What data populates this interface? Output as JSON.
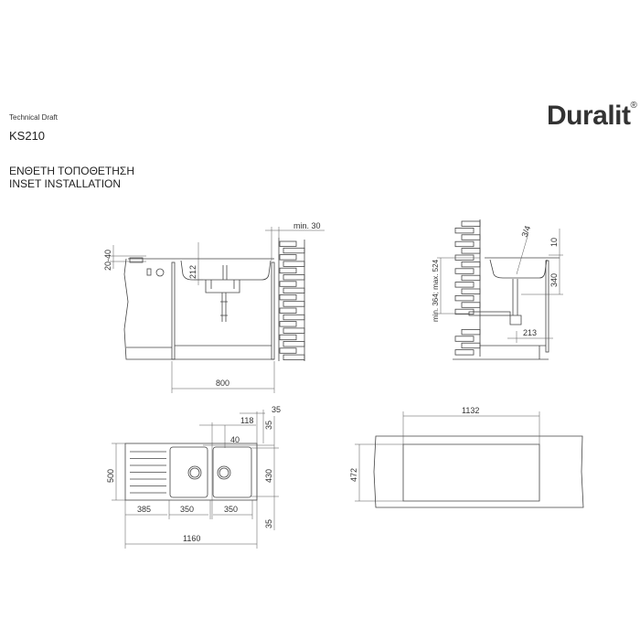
{
  "header": {
    "subtitle": "Technical Draft",
    "model": "KS210",
    "title_greek": "ΕΝΘΕΤΗ ΤΟΠΟΘΕΤΗΣΗ",
    "title_english": "INSET INSTALLATION"
  },
  "logo": {
    "text": "Duralit",
    "mark": "®"
  },
  "front_view": {
    "dim_top": "20-40",
    "dim_bowl_depth": "212",
    "dim_wall": "min. 30",
    "dim_cabinet": "800"
  },
  "side_view": {
    "dim_height": "min. 364; max. 524",
    "dim_rim": "10",
    "dim_depth": "340",
    "dim_offset": "213",
    "drain_label": "3/4"
  },
  "top_view": {
    "dim_width": "500",
    "dim_drainer": "385",
    "dim_bowl1": "350",
    "dim_bowl2": "350",
    "dim_total": "1160",
    "dim_118": "118",
    "dim_35_top": "35",
    "dim_40": "40",
    "dim_35_right": "35",
    "dim_430": "430",
    "dim_35_bottom": "35"
  },
  "cutout_view": {
    "dim_length": "1132",
    "dim_width": "472"
  }
}
